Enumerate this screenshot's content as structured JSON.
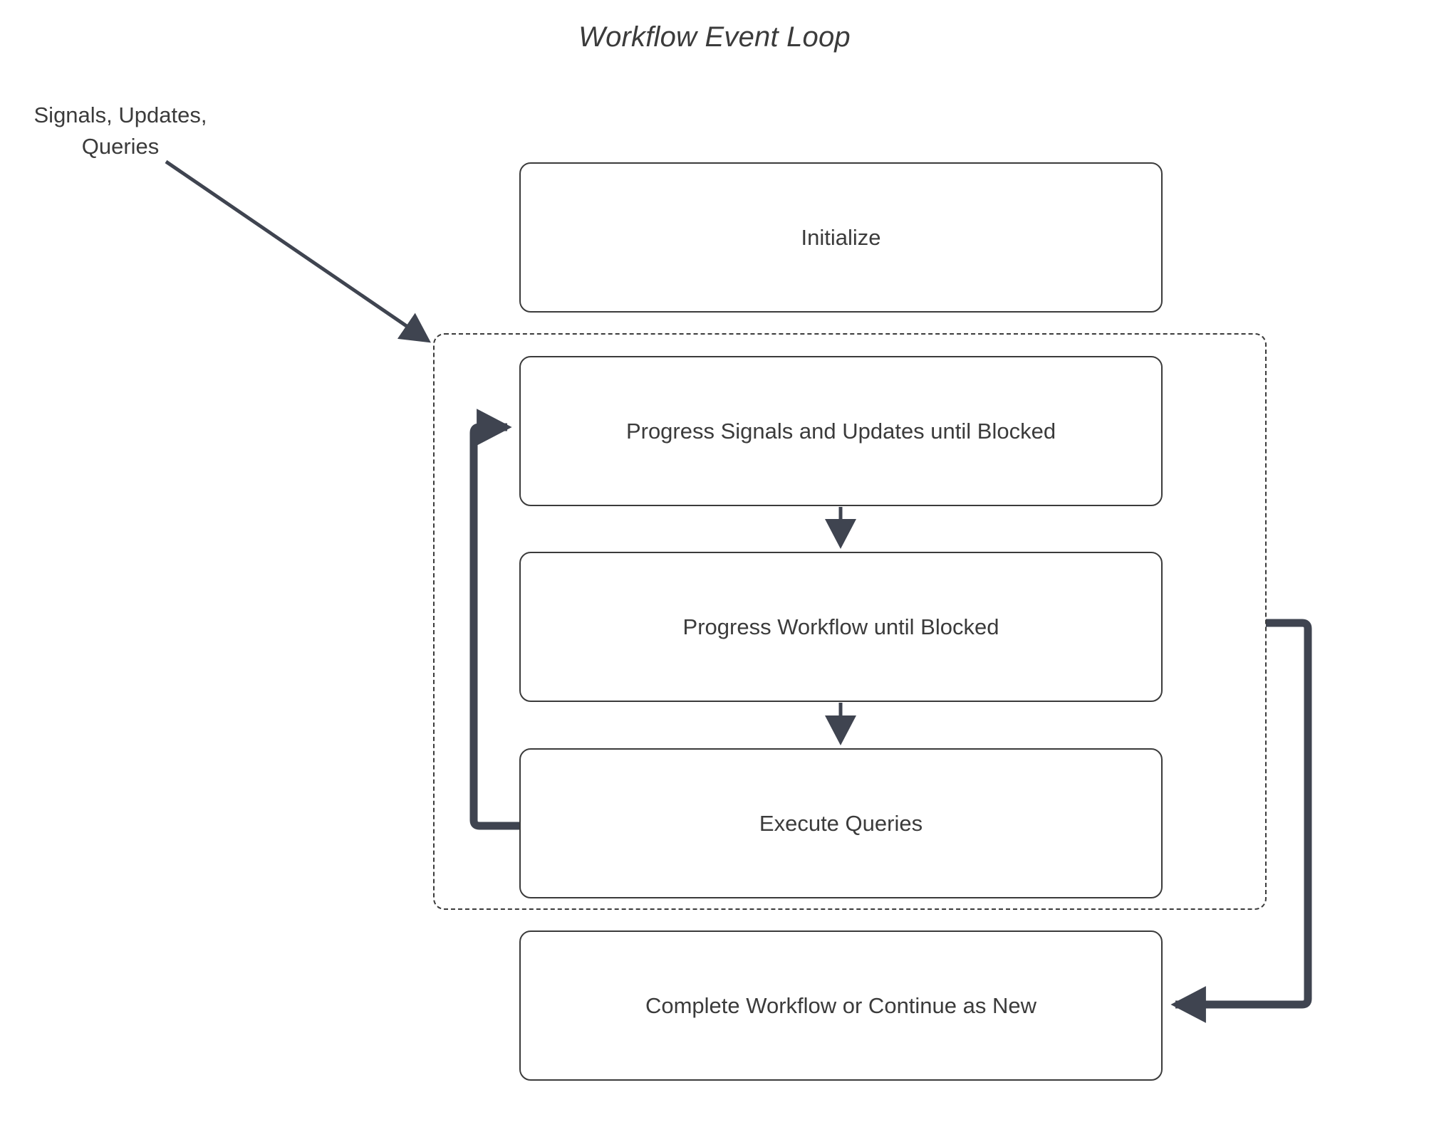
{
  "diagram": {
    "title": "Workflow Event Loop",
    "type": "flowchart",
    "colors": {
      "stroke": "#3b3b3b",
      "edge_thick": "#3f4450",
      "background": "#ffffff",
      "text": "#3b3b3b"
    },
    "external_inputs": [
      {
        "name": "signals-updates-queries",
        "line1": "Signals, Updates,",
        "line2": "Queries",
        "target": "loop-group"
      }
    ],
    "nodes": [
      {
        "id": "initialize",
        "label": "Initialize",
        "shape": "rounded-rect"
      },
      {
        "id": "progress-signals",
        "label": "Progress Signals and Updates until Blocked",
        "shape": "rounded-rect"
      },
      {
        "id": "progress-workflow",
        "label": "Progress Workflow until Blocked",
        "shape": "rounded-rect"
      },
      {
        "id": "execute-queries",
        "label": "Execute Queries",
        "shape": "rounded-rect"
      },
      {
        "id": "complete-workflow",
        "label": "Complete Workflow or Continue as New",
        "shape": "rounded-rect"
      }
    ],
    "groups": [
      {
        "id": "loop-group",
        "label": "",
        "style": "dashed",
        "contains": [
          "progress-signals",
          "progress-workflow",
          "execute-queries"
        ]
      }
    ],
    "edges": [
      {
        "from": "signals-updates-queries",
        "to": "loop-group",
        "style": "solid",
        "arrow": "end"
      },
      {
        "from": "progress-signals",
        "to": "progress-workflow",
        "style": "solid",
        "arrow": "end"
      },
      {
        "from": "progress-workflow",
        "to": "execute-queries",
        "style": "solid",
        "arrow": "end"
      },
      {
        "from": "execute-queries",
        "to": "progress-signals",
        "style": "thick-loop",
        "arrow": "end"
      },
      {
        "from": "loop-group",
        "to": "complete-workflow",
        "style": "thick-loop",
        "arrow": "end"
      }
    ]
  }
}
